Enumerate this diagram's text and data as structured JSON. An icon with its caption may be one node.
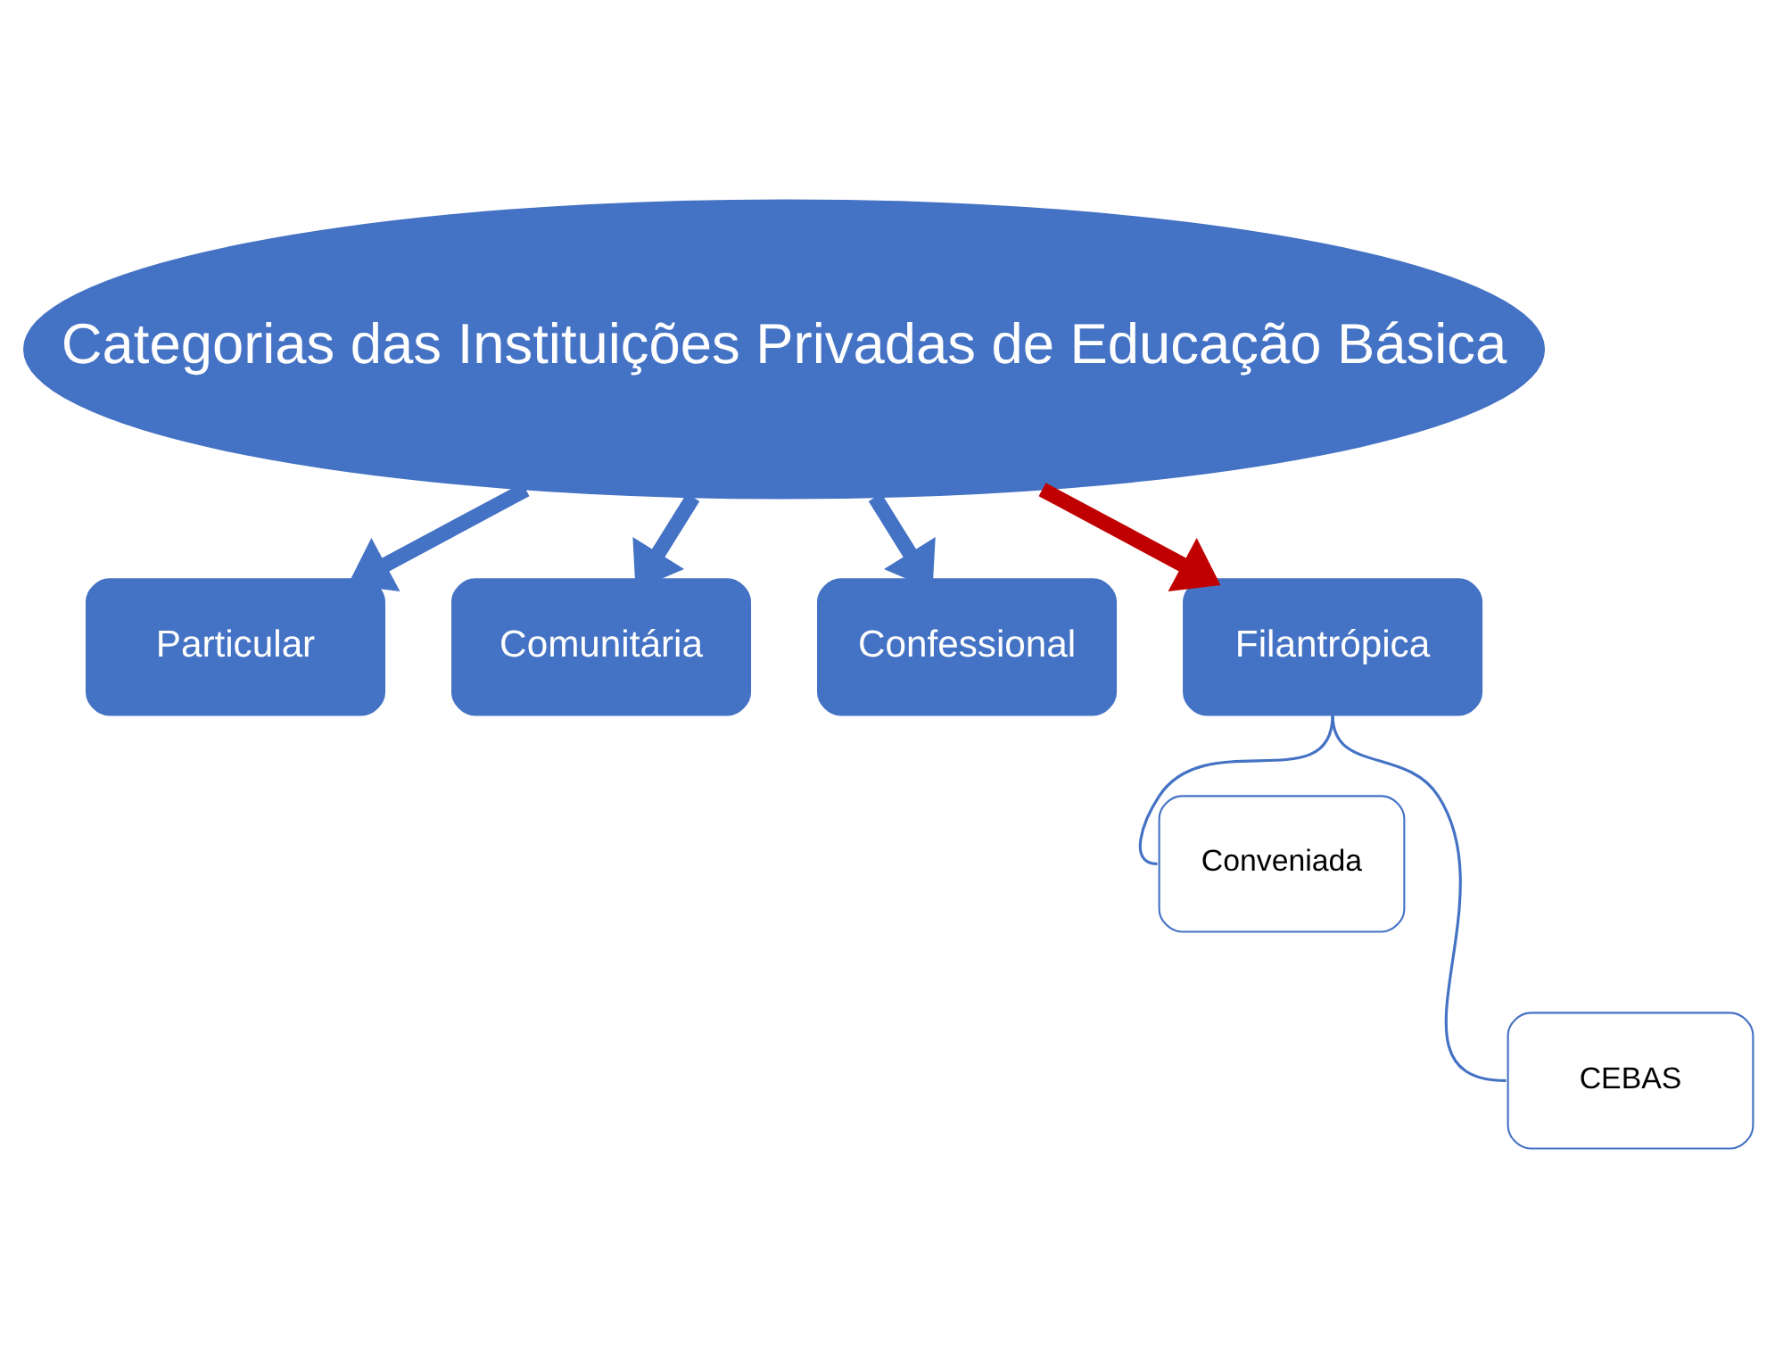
{
  "diagram": {
    "nodes": [
      {
        "text": [
          "Categorias das Instituições Privadas de Educação Básica"
        ]
      },
      {
        "text": [
          "Particular"
        ]
      },
      {
        "text": [
          "Comunitária"
        ]
      },
      {
        "text": [
          "Confessional"
        ]
      },
      {
        "text": [
          "Filantrópica"
        ]
      },
      {
        "text": [
          "Conveniada"
        ]
      },
      {
        "text": [
          "CEBAS"
        ]
      }
    ],
    "edges": [
      {
        "from": 0,
        "to": 1,
        "arrow": "to"
      },
      {
        "from": 0,
        "to": 2,
        "arrow": "to"
      },
      {
        "from": 0,
        "to": 3,
        "arrow": "to"
      },
      {
        "from": 0,
        "to": 4,
        "arrow": "to",
        "color": "#c00000"
      },
      {
        "from": 4,
        "to": 5,
        "arrow": "none"
      },
      {
        "from": 4,
        "to": 6,
        "arrow": "none"
      }
    ]
  }
}
